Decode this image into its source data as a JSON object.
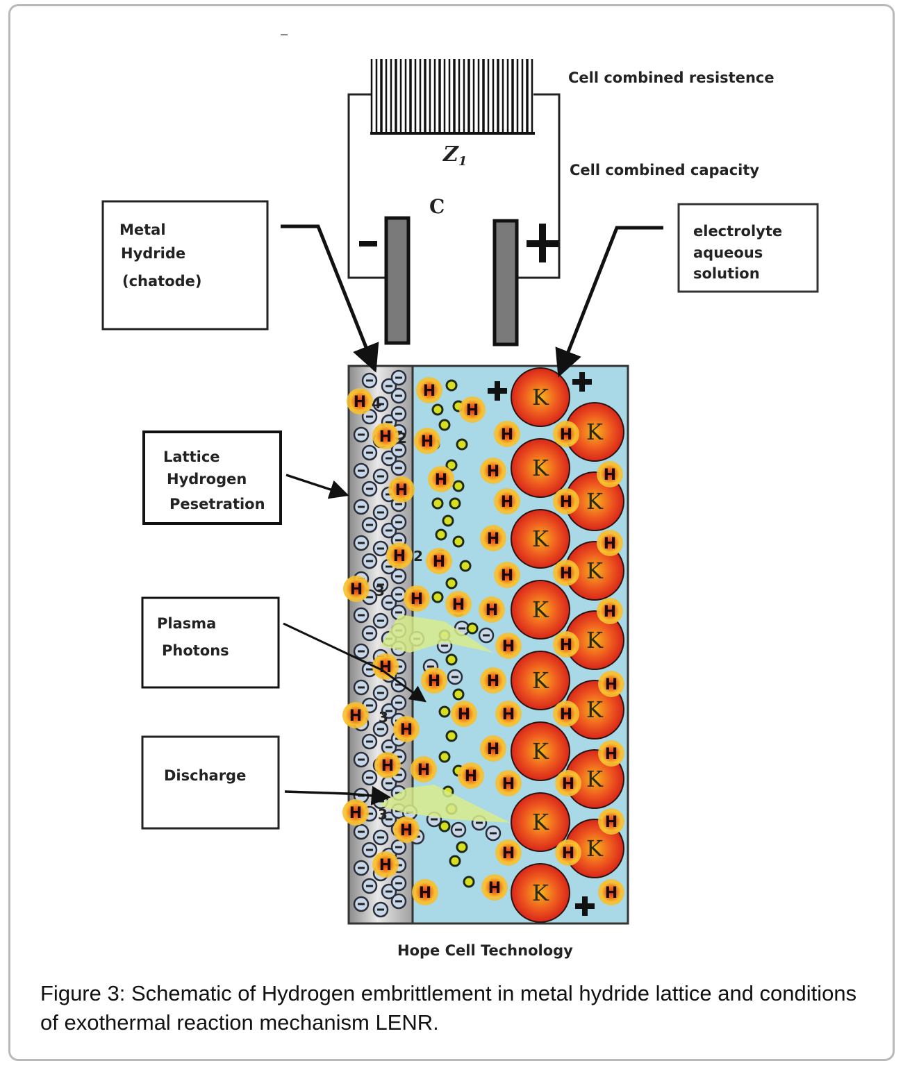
{
  "figure": {
    "labels": {
      "resistance": "Cell combined resistence",
      "impedance_symbol": "Z",
      "impedance_sub": "1",
      "capacity": "Cell combined capacity",
      "capacitor_symbol": "C",
      "minus_sign": "−",
      "plus_sign": "+",
      "metal_hydride": [
        "Metal",
        "Hydride",
        "(chatode)"
      ],
      "electrolyte": [
        "electrolyte",
        "aqueous",
        "solution"
      ],
      "lattice": [
        "Lattice",
        "Hydrogen",
        "Pesetration"
      ],
      "plasma": [
        "Plasma",
        "Photons"
      ],
      "discharge": [
        "Discharge"
      ],
      "footer": "Hope Cell Technology"
    },
    "particles": {
      "hydrogen_symbol": "H",
      "potassium_symbol": "K",
      "electron_symbol": "−",
      "hydrogen_subscripts": [
        "4",
        "2",
        "2",
        "3",
        "3",
        "3"
      ]
    },
    "colors": {
      "cathode": "#b5b5b5",
      "electrolyte": "#a9d8e6",
      "potassium": "#e8401c",
      "hydrogen": "#f07a1e",
      "hydrogen_glow": "#f7c031",
      "electron_fill": "#c9d8e8",
      "yellow_dot": "#d6e021",
      "plasma": "#d8ec8a",
      "electrode": "#7a7a7a"
    }
  },
  "caption": {
    "figure_label": "Figure 3",
    "text": ": Schematic of Hydrogen embrittlement in metal hydride lattice and conditions of exothermal reaction mechanism LENR."
  }
}
